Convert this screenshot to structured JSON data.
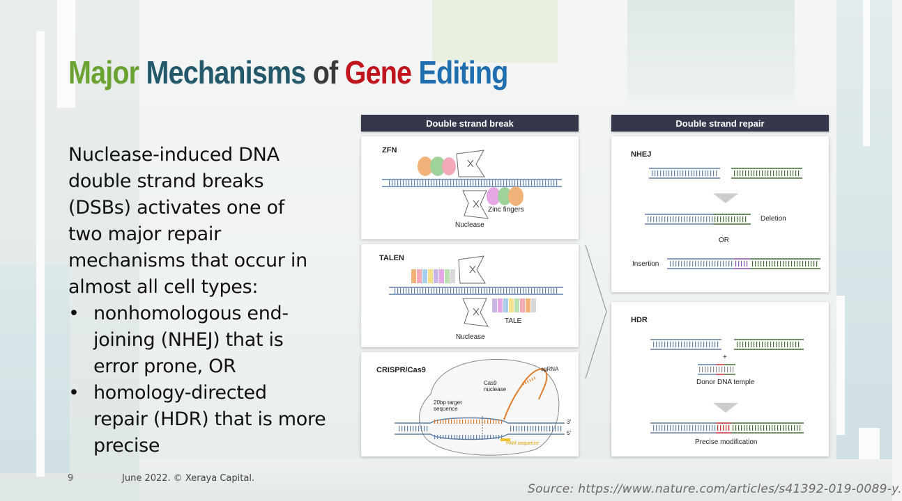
{
  "title": {
    "words": [
      {
        "text": "Major",
        "color": "#6aa331"
      },
      {
        "text": "Mechanisms",
        "color": "#24596b"
      },
      {
        "text": "of",
        "color": "#3a3a3a"
      },
      {
        "text": "Gene",
        "color": "#c0151c"
      },
      {
        "text": "Editing",
        "color": "#1f6fb0"
      }
    ]
  },
  "body": {
    "lines": [
      "Nuclease-induced DNA",
      "double strand breaks",
      "(DSBs) activates one of",
      "two major repair",
      "mechanisms that occur in",
      "almost all cell types:"
    ],
    "bullets": [
      {
        "lines": [
          "nonhomologous end-",
          "joining (NHEJ) that is",
          "error prone, OR"
        ]
      },
      {
        "lines": [
          "homology-directed",
          "repair (HDR) that is more",
          "precise"
        ]
      }
    ],
    "bullet_char": "•"
  },
  "footer": {
    "page_number": "9",
    "date_copyright": "June 2022. © Xeraya Capital.",
    "source": "Source: https://www.nature.com/articles/s41392-019-0089-y."
  },
  "figure": {
    "left_header": "Double strand break",
    "right_header": "Double strand repair",
    "zfn": {
      "label": "ZFN",
      "zinc": "Zinc fingers",
      "nuclease": "Nuclease"
    },
    "talen": {
      "label": "TALEN",
      "tale": "TALE",
      "nuclease": "Nuclease"
    },
    "crispr": {
      "label": "CRISPR/Cas9",
      "sgrna": "sgRNA",
      "cas9": "Cas9\nnuclease",
      "target": "20bp target\nsequence",
      "pam": "PAM sequence",
      "three": "3'",
      "five": "5'"
    },
    "nhej": {
      "label": "NHEJ",
      "deletion": "Deletion",
      "or": "OR",
      "insertion": "Insertion"
    },
    "hdr": {
      "label": "HDR",
      "plus": "+",
      "donor": "Donor DNA temple",
      "precise": "Precise modification"
    },
    "colors": {
      "blue": "#5f7fa8",
      "green": "#3f6b2f",
      "orange": "#e07b2a",
      "red": "#d0282c",
      "purple": "#8a4bb0"
    }
  }
}
